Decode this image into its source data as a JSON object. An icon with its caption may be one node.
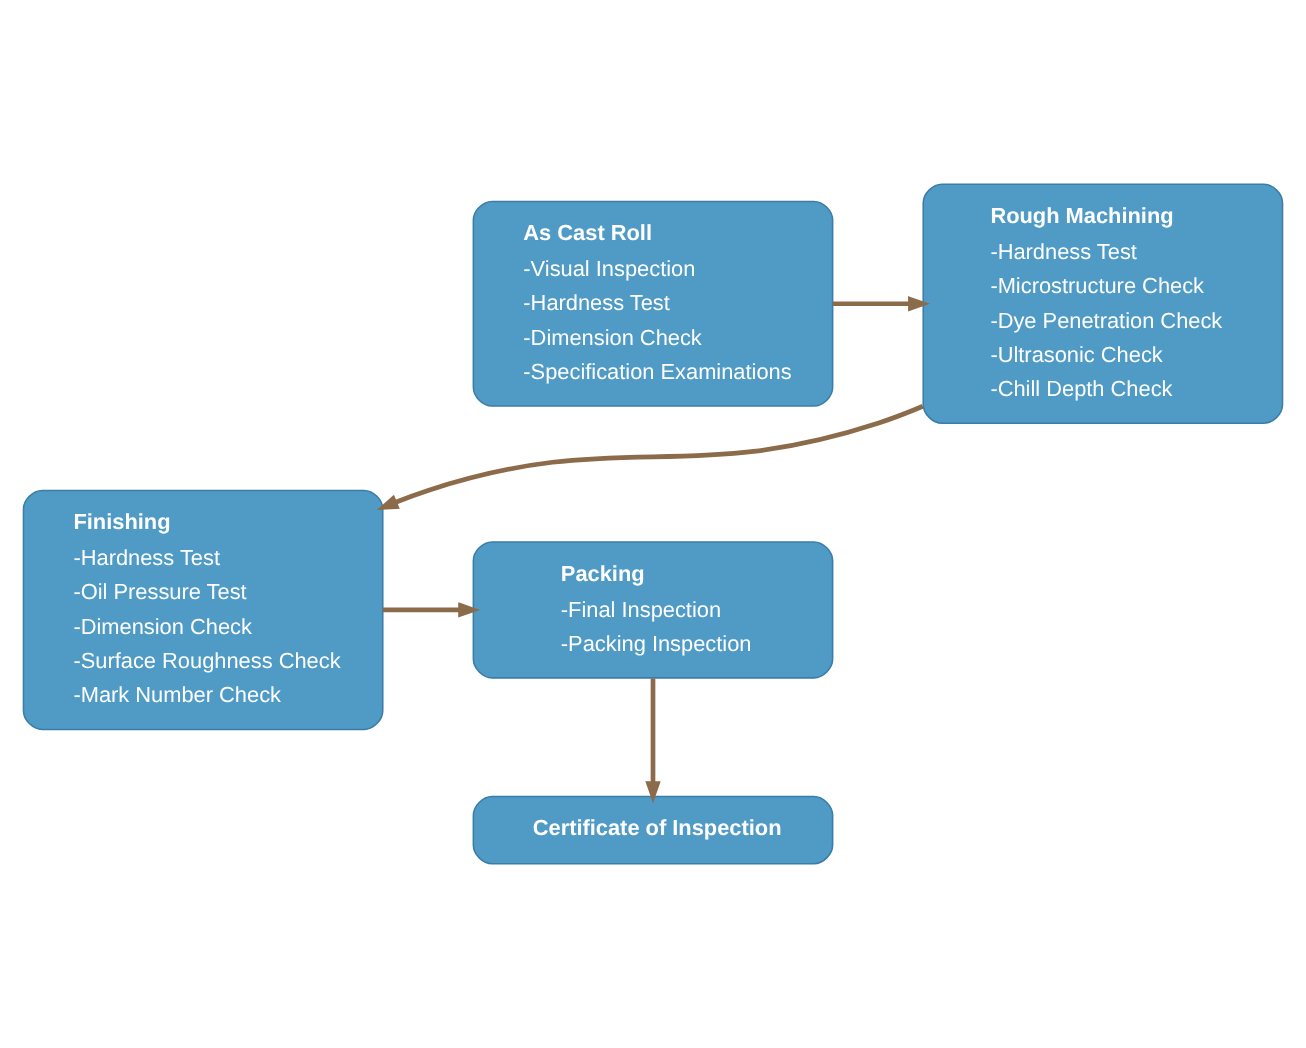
{
  "diagram": {
    "nodes": [
      {
        "text": [
          "As Cast Roll",
          "-Visual Inspection",
          "-Hardness Test",
          "-Dimension Check",
          "-Specification Examinations"
        ]
      },
      {
        "text": [
          "Rough Machining",
          "-Hardness Test",
          "-Microstructure Check",
          "-Dye Penetration Check",
          "-Ultrasonic Check",
          "-Chill Depth Check"
        ]
      },
      {
        "text": [
          "Finishing",
          "-Hardness Test",
          "-Oil Pressure Test",
          "-Dimension Check",
          "-Surface Roughness Check",
          "-Mark Number Check"
        ]
      },
      {
        "text": [
          "Packing",
          "-Final Inspection",
          "-Packing Inspection"
        ]
      },
      {
        "text": [
          "Certificate of Inspection"
        ]
      }
    ],
    "edges": [
      {
        "from": 0,
        "to": 1,
        "arrow": "to"
      },
      {
        "from": 1,
        "to": 2,
        "arrow": "to"
      },
      {
        "from": 2,
        "to": 3,
        "arrow": "to"
      },
      {
        "from": 3,
        "to": 4,
        "arrow": "to"
      }
    ]
  }
}
